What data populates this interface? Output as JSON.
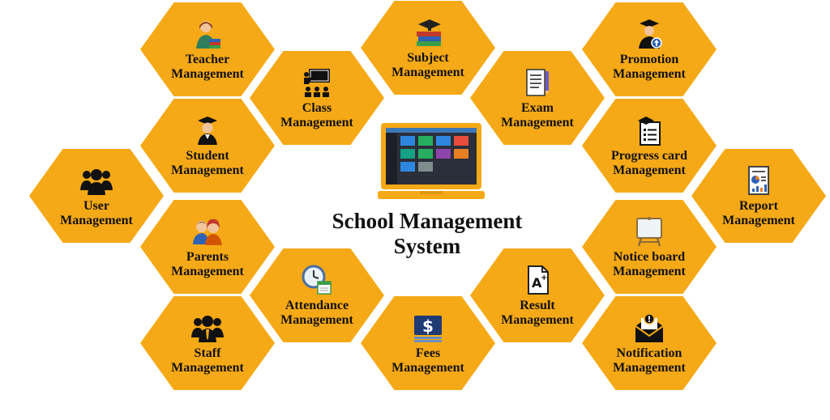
{
  "title": {
    "line1": "School Management",
    "line2": "System"
  },
  "modules": {
    "teacher": {
      "line1": "Teacher",
      "line2": "Management",
      "icon": "teacher-icon"
    },
    "class": {
      "line1": "Class",
      "line2": "Management",
      "icon": "classroom-icon"
    },
    "subject": {
      "line1": "Subject",
      "line2": "Management",
      "icon": "books-icon"
    },
    "exam": {
      "line1": "Exam",
      "line2": "Management",
      "icon": "exam-paper-icon"
    },
    "promotion": {
      "line1": "Promotion",
      "line2": "Management",
      "icon": "graduate-promotion-icon"
    },
    "student": {
      "line1": "Student",
      "line2": "Management",
      "icon": "student-icon"
    },
    "progress": {
      "line1": "Progress card",
      "line2": "Management",
      "icon": "progress-card-icon"
    },
    "user": {
      "line1": "User",
      "line2": "Management",
      "icon": "users-group-icon"
    },
    "report": {
      "line1": "Report",
      "line2": "Management",
      "icon": "report-icon"
    },
    "parents": {
      "line1": "Parents",
      "line2": "Management",
      "icon": "parents-icon"
    },
    "notice": {
      "line1": "Notice board",
      "line2": "Management",
      "icon": "notice-board-icon"
    },
    "attendance": {
      "line1": "Attendance",
      "line2": "Management",
      "icon": "attendance-clock-icon"
    },
    "result": {
      "line1": "Result",
      "line2": "Management",
      "icon": "result-grade-icon"
    },
    "staff": {
      "line1": "Staff",
      "line2": "Management",
      "icon": "staff-group-icon"
    },
    "fees": {
      "line1": "Fees",
      "line2": "Management",
      "icon": "dollar-icon"
    },
    "notification": {
      "line1": "Notification",
      "line2": "Management",
      "icon": "envelope-alert-icon"
    }
  },
  "colors": {
    "hex": "#f6a916",
    "text": "#111111"
  }
}
